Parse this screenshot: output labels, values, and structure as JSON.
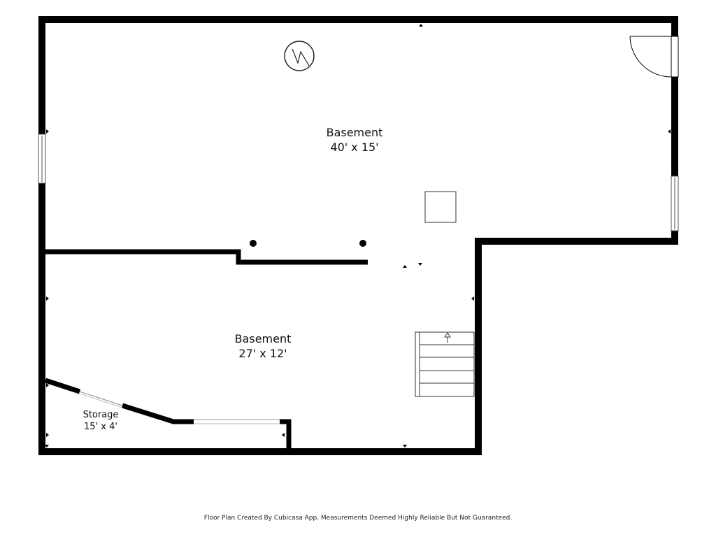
{
  "rooms": {
    "basement_upper": {
      "name": "Basement",
      "dimensions": "40' x 15'"
    },
    "basement_lower": {
      "name": "Basement",
      "dimensions": "27' x 12'"
    },
    "storage": {
      "name": "Storage",
      "dimensions": "15' x 4'"
    }
  },
  "footer": {
    "note": "Floor Plan Created By Cubicasa App. Measurements Deemed Highly Reliable But Not Guaranteed."
  },
  "colors": {
    "wall": "#000000",
    "background": "#ffffff",
    "fixture_stroke": "#333333",
    "text": "#111111"
  },
  "icons": {
    "water_heater": "water-heater-icon",
    "door": "door-swing-icon",
    "stairs": "stairs-icon"
  }
}
